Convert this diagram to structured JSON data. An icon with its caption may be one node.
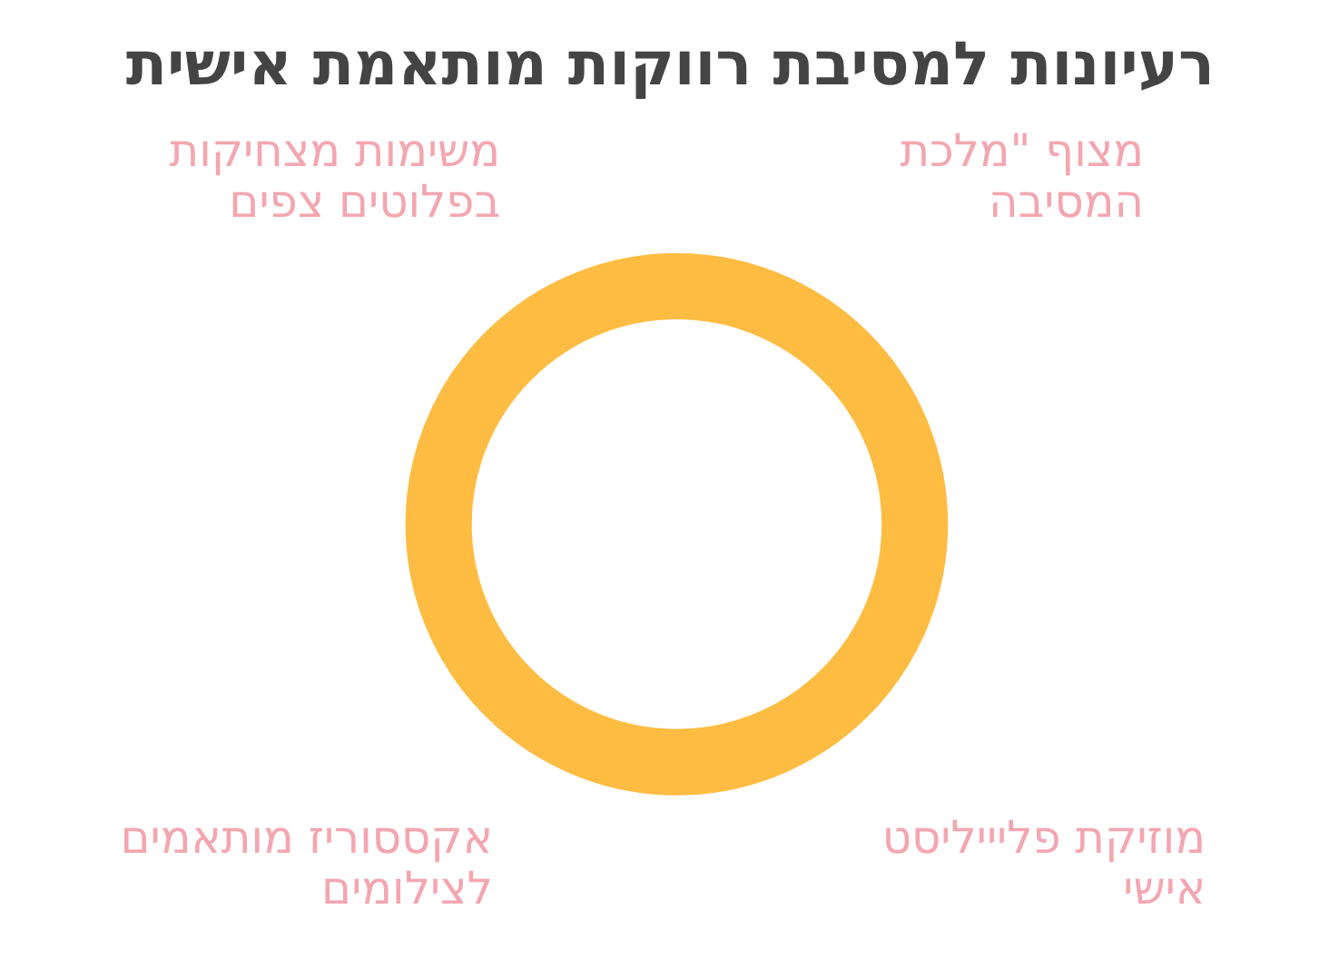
{
  "diagram": {
    "title": "רעיונות למסיבת רווקות מותאמת אישית",
    "nodes": [
      {
        "text": [],
        "shape": "circle"
      }
    ],
    "labels": [
      "מצוף \"מלכת המסיבה",
      "משימות מצחיקות בפלוטים צפים",
      "מוזיקת פליייליסט אישי",
      "אקססוריז מותאמים לצילומים"
    ]
  }
}
